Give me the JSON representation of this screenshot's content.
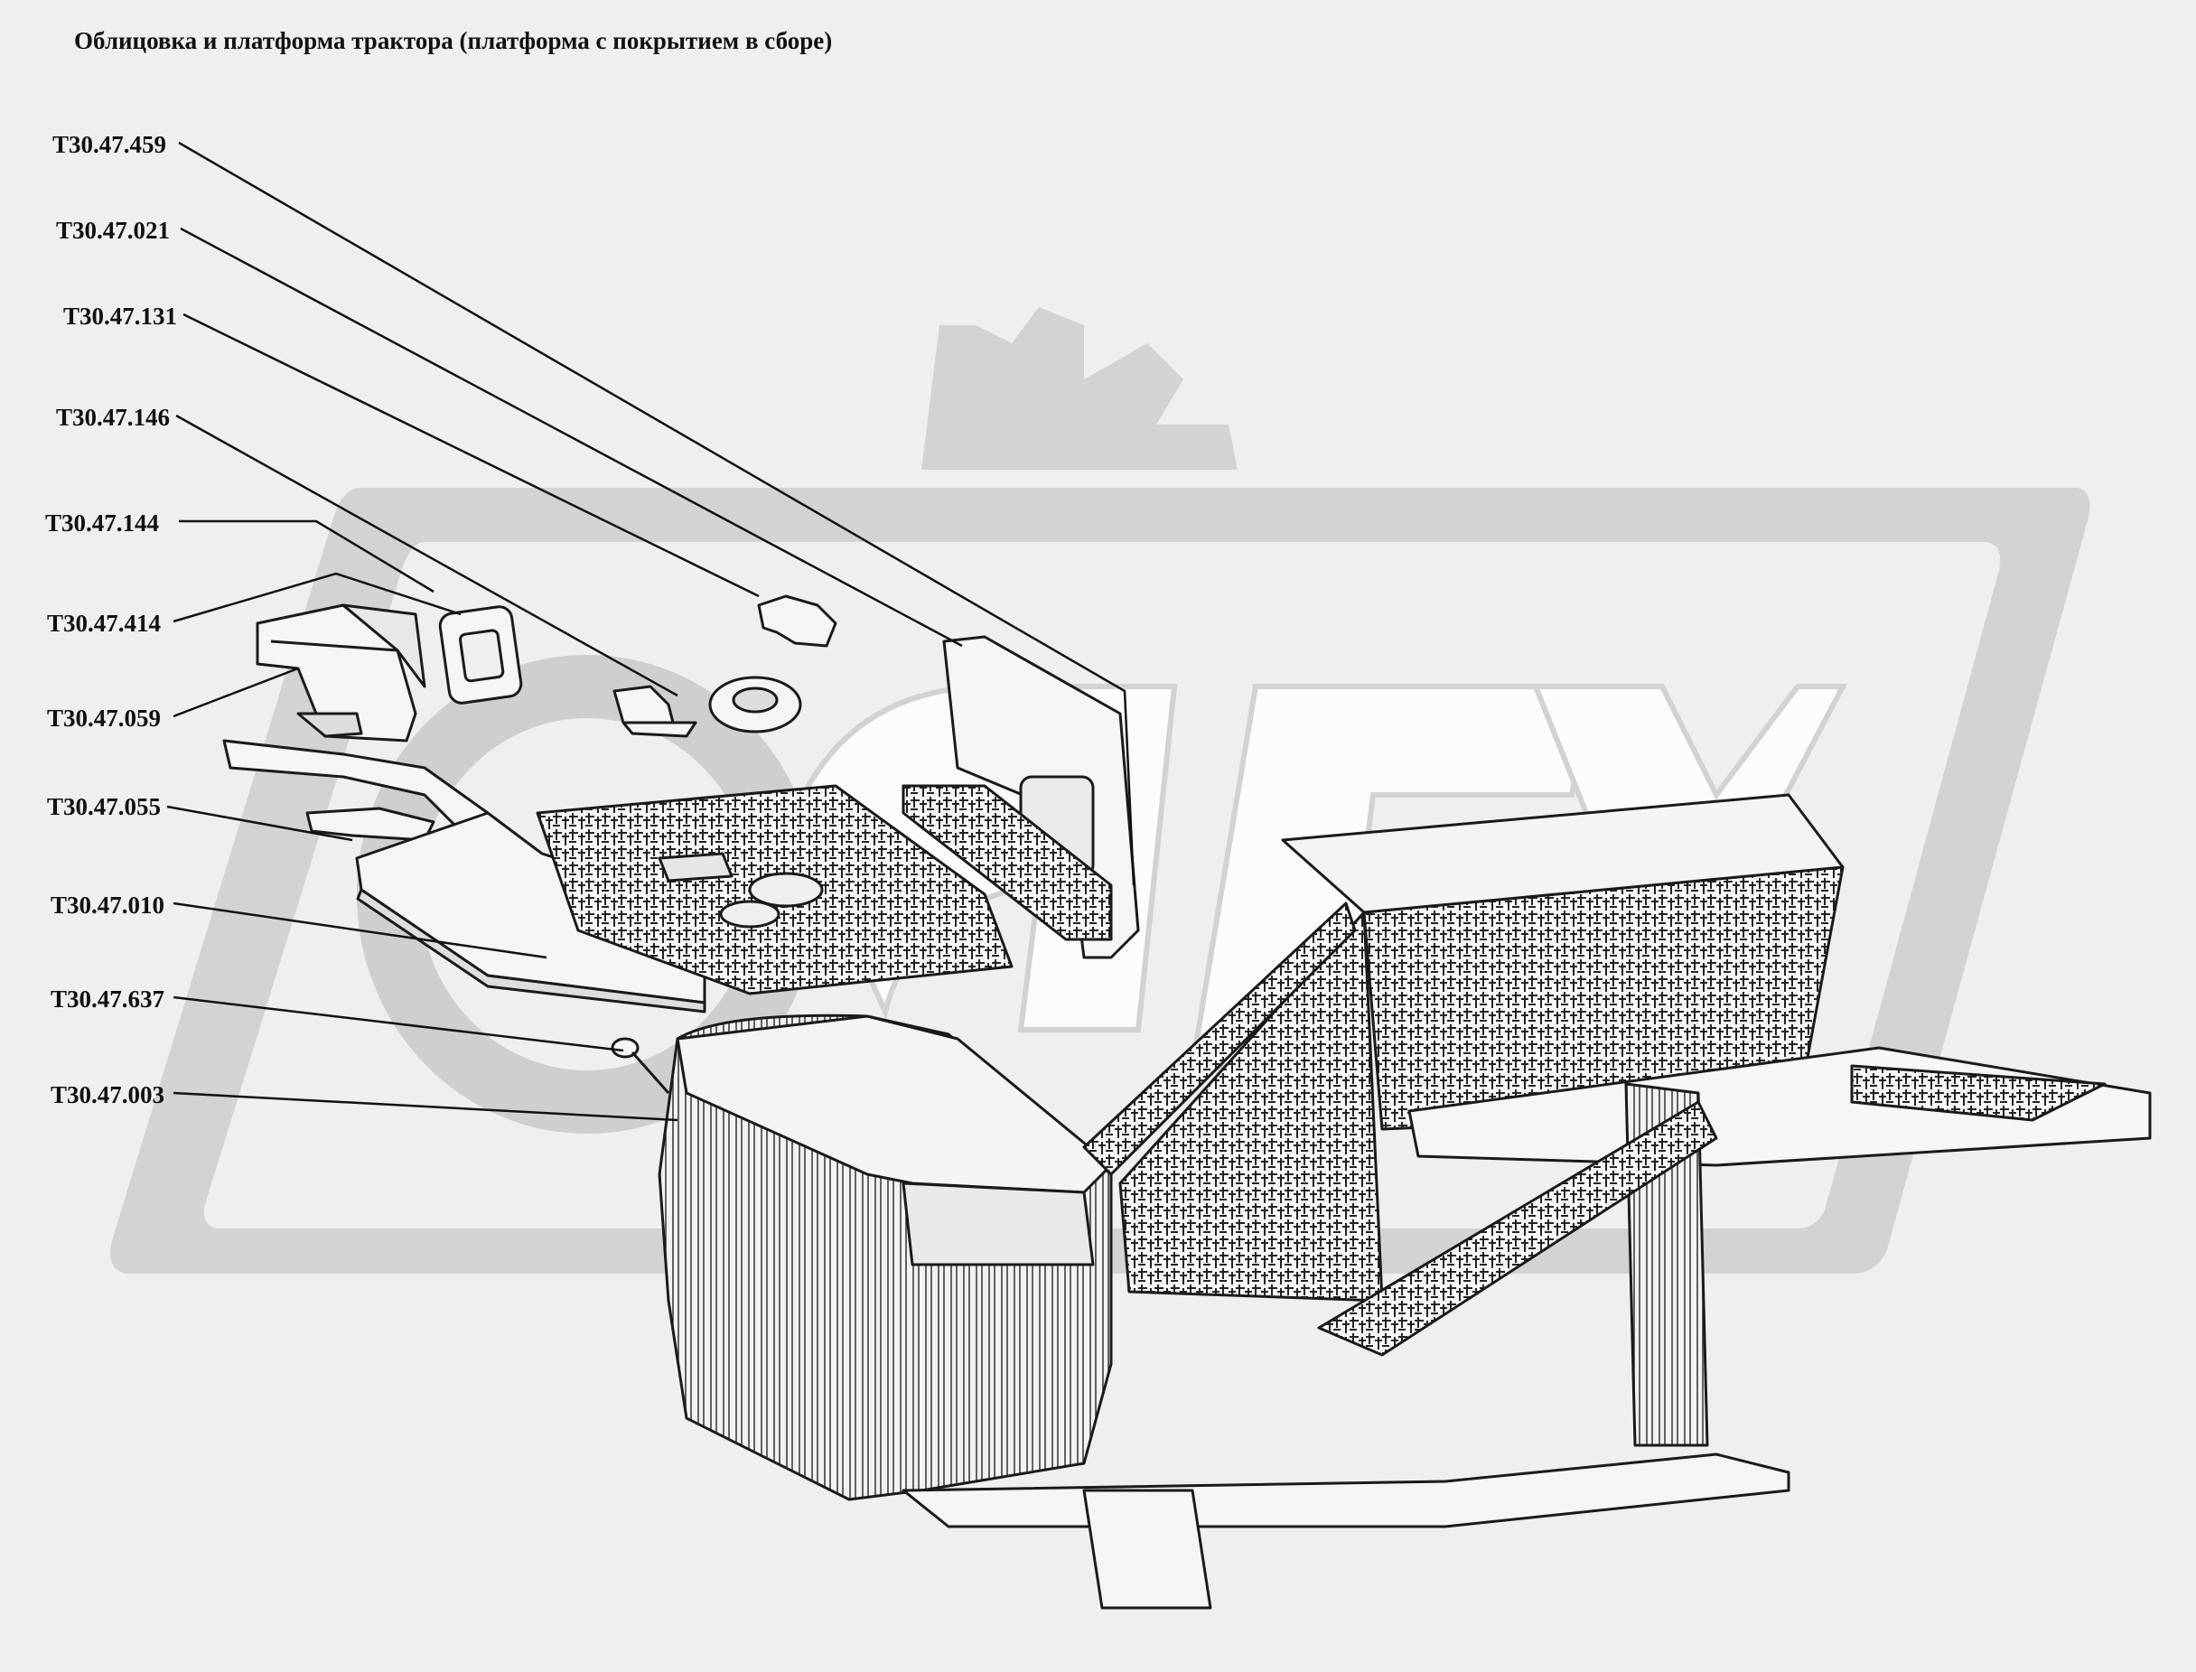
{
  "title": "Облицовка и платформа трактора (платформа с покрытием в сборе)",
  "callouts": [
    {
      "id": "T30.47.459",
      "label": "Т30.47.459"
    },
    {
      "id": "T30.47.021",
      "label": "Т30.47.021"
    },
    {
      "id": "T30.47.131",
      "label": "Т30.47.131"
    },
    {
      "id": "T30.47.146",
      "label": "Т30.47.146"
    },
    {
      "id": "T30.47.144",
      "label": "Т30.47.144"
    },
    {
      "id": "T30.47.414",
      "label": "Т30.47.414"
    },
    {
      "id": "T30.47.059",
      "label": "Т30.47.059"
    },
    {
      "id": "T30.47.055",
      "label": "Т30.47.055"
    },
    {
      "id": "T30.47.010",
      "label": "Т30.47.010"
    },
    {
      "id": "T30.47.637",
      "label": "Т30.47.637"
    },
    {
      "id": "T30.47.003",
      "label": "Т30.47.003"
    }
  ],
  "watermark": {
    "text": "ОРЕХ",
    "color": "#d2d2d2"
  },
  "colors": {
    "line": "#1a1a1a",
    "background": "#efefef",
    "watermark": "#d0d0d0"
  }
}
